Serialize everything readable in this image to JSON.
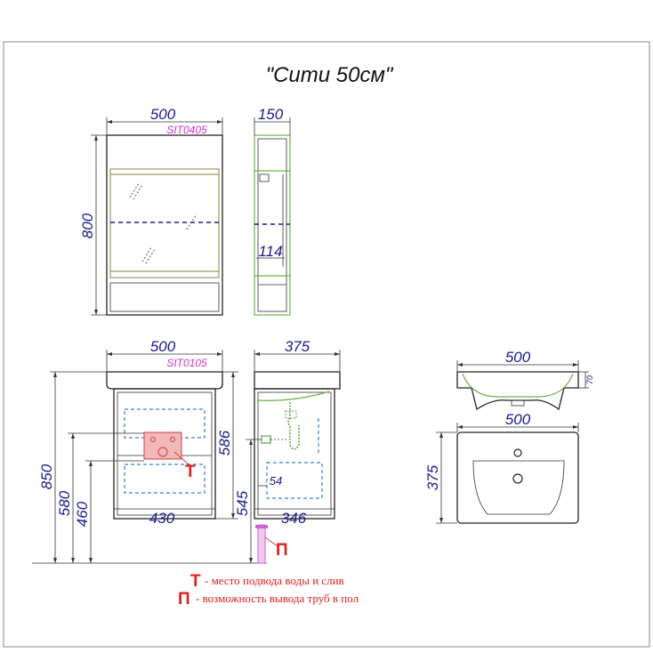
{
  "title": "\"Сити 50см\"",
  "mirror_cabinet": {
    "code": "SIT0405",
    "width": "500",
    "height": "800",
    "depth": "150",
    "shelf_depth": "114"
  },
  "vanity": {
    "code": "SIT0105",
    "width": "500",
    "inner_width": "430",
    "depth": "375",
    "inner_depth": "346",
    "height_total": "850",
    "height_580": "580",
    "height_460": "460",
    "height_586": "586",
    "height_545": "545",
    "offset_54": "54"
  },
  "basin": {
    "width_side": "500",
    "height_side": "70",
    "width_top": "500",
    "depth_top": "375"
  },
  "legend": [
    {
      "mark": "Т",
      "text": "- место подвода воды и слив"
    },
    {
      "mark": "П",
      "text": "- возможность вывода труб в пол"
    }
  ],
  "colors": {
    "dimension": "#1a1a8c",
    "code": "#cc33cc",
    "legend": "#e02020",
    "accent_green": "#6ab04c",
    "accent_blue": "#3a7fd0",
    "pipe": "#cc66cc"
  }
}
